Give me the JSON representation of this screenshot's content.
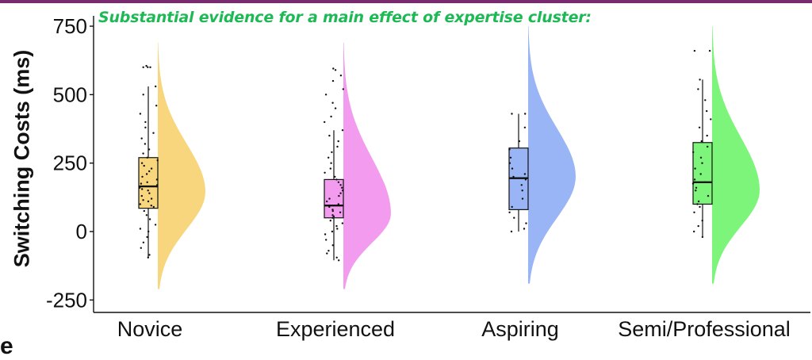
{
  "chart_data": {
    "type": "raincloud",
    "title": "Substantial evidence for a main effect of expertise cluster:",
    "ylabel": "Switching Costs (ms)",
    "xlabel": "",
    "ylim": [
      -260,
      790
    ],
    "yticks": [
      750,
      500,
      250,
      0,
      -250
    ],
    "ytick_labels": [
      "750",
      "500",
      "250",
      "0",
      "-250"
    ],
    "grid": false,
    "legend": "none",
    "categories": [
      "Novice",
      "Experienced",
      "Aspiring",
      "Semi/Professional"
    ],
    "series": [
      {
        "color": "#f7d67e",
        "box": {
          "q1": 85,
          "median": 165,
          "q3": 270,
          "whisker_low": -95,
          "whisker_high": 530
        },
        "density_range": [
          -210,
          690
        ],
        "density_peak": 145,
        "points": [
          -95,
          -85,
          -60,
          -40,
          -20,
          0,
          10,
          25,
          45,
          60,
          75,
          90,
          95,
          100,
          110,
          115,
          120,
          130,
          140,
          150,
          155,
          160,
          165,
          170,
          175,
          180,
          190,
          200,
          210,
          220,
          230,
          240,
          250,
          260,
          270,
          285,
          300,
          320,
          340,
          360,
          380,
          400,
          430,
          460,
          500,
          530,
          600,
          600,
          600,
          605
        ]
      },
      {
        "color": "#f29bef",
        "box": {
          "q1": 50,
          "median": 95,
          "q3": 190,
          "whisker_low": -105,
          "whisker_high": 370
        },
        "density_range": [
          -210,
          690
        ],
        "density_peak": 65,
        "points": [
          -105,
          -95,
          -80,
          -70,
          -50,
          -30,
          -10,
          0,
          10,
          20,
          30,
          40,
          50,
          55,
          60,
          70,
          75,
          80,
          90,
          95,
          100,
          110,
          120,
          130,
          140,
          150,
          160,
          170,
          180,
          190,
          200,
          215,
          230,
          250,
          270,
          290,
          310,
          330,
          350,
          370,
          400,
          420,
          450,
          470,
          500,
          520,
          550,
          570,
          590,
          595
        ]
      },
      {
        "color": "#9ab5f5",
        "box": {
          "q1": 80,
          "median": 195,
          "q3": 305,
          "whisker_low": 0,
          "whisker_high": 430
        },
        "density_range": [
          -190,
          750
        ],
        "density_peak": 200,
        "points": [
          0,
          10,
          30,
          50,
          70,
          90,
          120,
          150,
          170,
          190,
          200,
          210,
          230,
          250,
          270,
          300,
          330,
          380,
          430,
          430
        ]
      },
      {
        "color": "#7cf57a",
        "box": {
          "q1": 100,
          "median": 180,
          "q3": 325,
          "whisker_low": -20,
          "whisker_high": 555
        },
        "density_range": [
          -190,
          750
        ],
        "density_peak": 150,
        "points": [
          -20,
          0,
          20,
          40,
          70,
          90,
          100,
          110,
          130,
          150,
          160,
          175,
          180,
          190,
          210,
          230,
          250,
          270,
          290,
          310,
          330,
          350,
          380,
          410,
          440,
          480,
          520,
          555,
          660,
          660
        ]
      }
    ]
  }
}
